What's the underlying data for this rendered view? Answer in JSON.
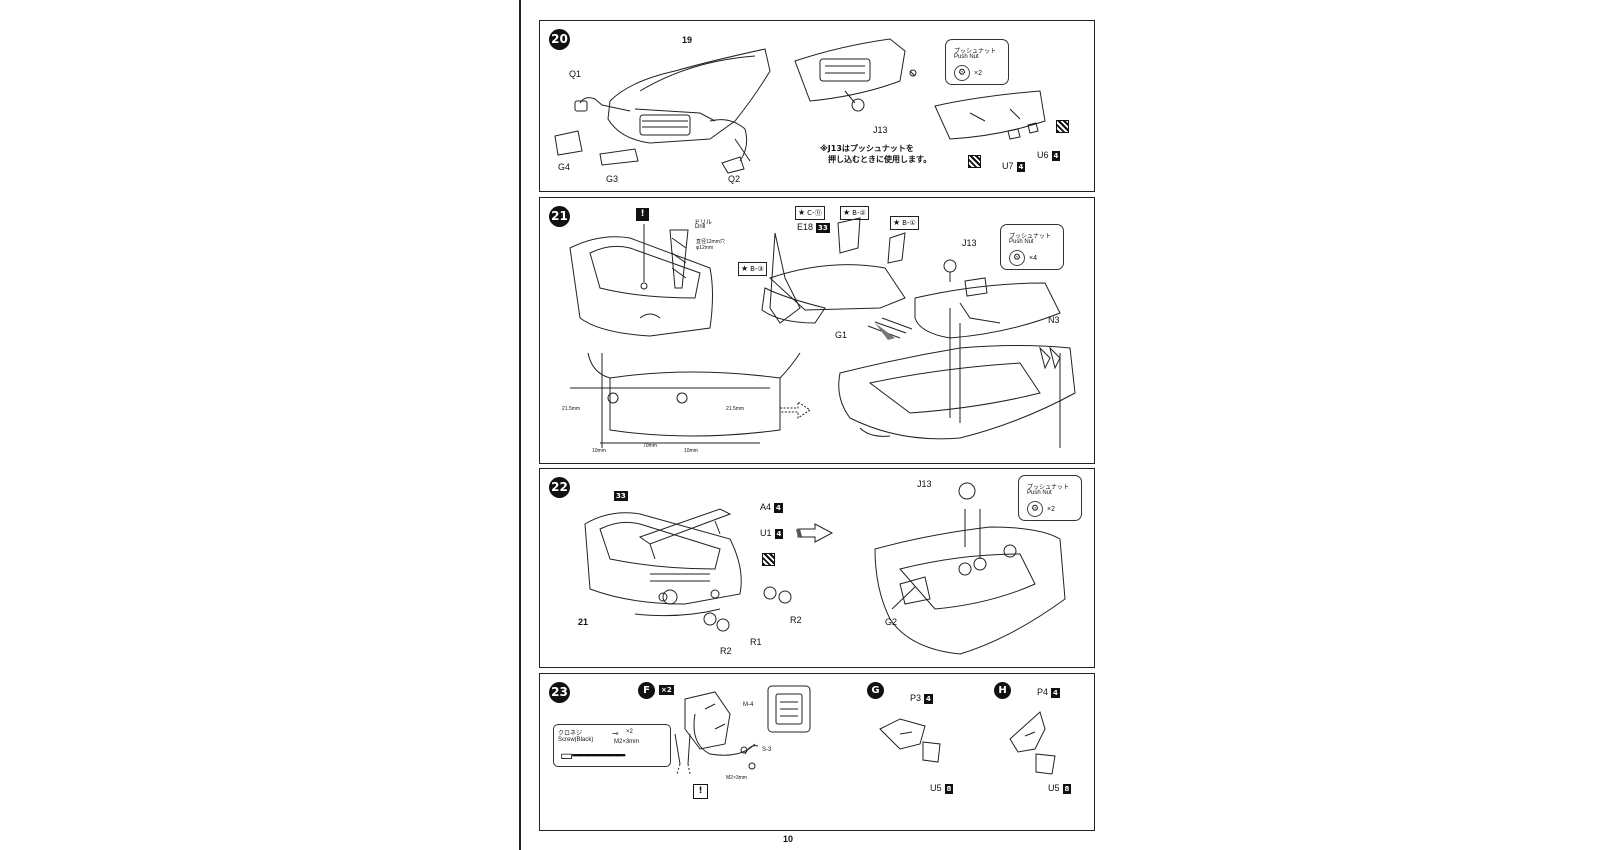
{
  "page_number": "10",
  "steps": [
    {
      "number": "20",
      "labels": {
        "q1": "Q1",
        "ref19": "19",
        "g4": "G4",
        "g3": "G3",
        "q2": "Q2",
        "j13": "J13",
        "u6": "U6",
        "u7": "U7"
      },
      "color_codes": {
        "u6": "4",
        "u7": "4"
      },
      "push_nut": {
        "jp": "プッシュナット",
        "en": "Push Nut",
        "qty": "×2"
      },
      "note_lines": [
        "※J13はプッシュナットを",
        "押し込むときに使用します。"
      ]
    },
    {
      "number": "21",
      "labels": {
        "drill_jp": "ドリル",
        "drill_en": "Drill",
        "hole_jp": "直径12mm穴",
        "hole_dim": "φ12mm",
        "e18": "E18",
        "g1": "G1",
        "j13": "J13",
        "n3": "N3"
      },
      "color_codes": {
        "e18": "33"
      },
      "stickers": [
        {
          "mark": "★",
          "ref": "C-⑪"
        },
        {
          "mark": "★",
          "ref": "B-②"
        },
        {
          "mark": "★",
          "ref": "B-①"
        },
        {
          "mark": "★",
          "ref": "B-③"
        }
      ],
      "push_nut": {
        "jp": "プッシュナット",
        "en": "Push Nut",
        "qty": "×4"
      },
      "dims": {
        "left": "21.5mm",
        "right": "21.5mm",
        "bottom_left": "10mm",
        "center": "70mm",
        "bottom_right": "10mm"
      }
    },
    {
      "number": "22",
      "labels": {
        "ref33": "33",
        "a4": "A4",
        "u1": "U1",
        "ref21": "21",
        "r2_left": "R2",
        "r1": "R1",
        "r2_right": "R2",
        "j13": "J13",
        "g2": "G2"
      },
      "color_codes": {
        "a4": "4",
        "u1": "4"
      },
      "push_nut": {
        "jp": "プッシュナット",
        "en": "Push Nut",
        "qty": "×2"
      }
    },
    {
      "number": "23",
      "sub_f": {
        "letter": "F",
        "qty": "×2",
        "m4": "M-4",
        "s3": "S-3",
        "screw_size": "M2×3mm"
      },
      "screw_box": {
        "jp": "クロネジ",
        "en": "Screw(Black)",
        "qty": "×2",
        "size": "M2×3mm"
      },
      "sub_g": {
        "letter": "G",
        "p3": "P3",
        "p3_code": "4",
        "u5": "U5",
        "u5_code": "8"
      },
      "sub_h": {
        "letter": "H",
        "p4": "P4",
        "p4_code": "4",
        "u5": "U5",
        "u5_code": "8"
      }
    }
  ]
}
